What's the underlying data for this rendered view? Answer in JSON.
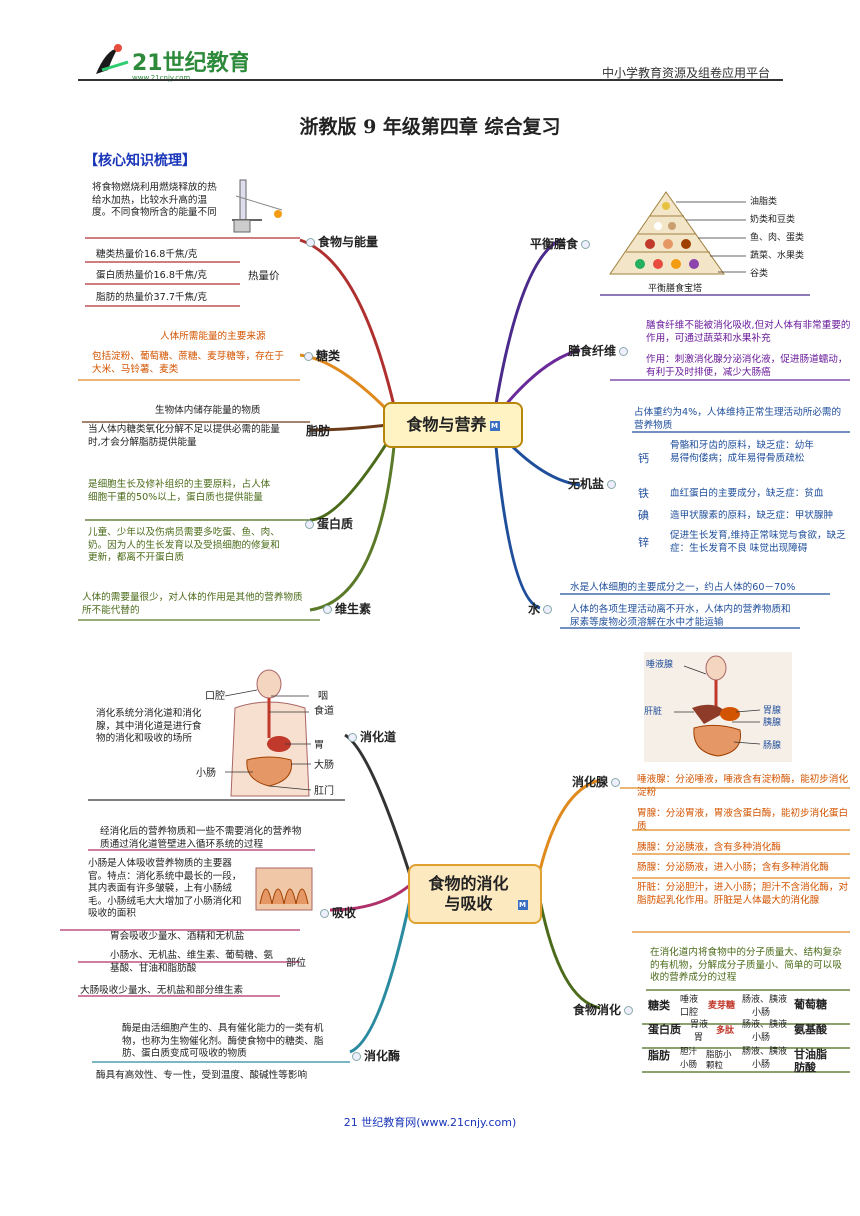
{
  "header": {
    "logo_text": "21世纪教育",
    "logo_url": "www.21cnjy.com",
    "platform": "中小学教育资源及组卷应用平台"
  },
  "title": "浙教版 9 年级第四章 综合复习",
  "section": "【核心知识梳理】",
  "map1": {
    "center": "食物与营养",
    "energy": {
      "label": "食物与能量",
      "desc": "将食物燃烧利用燃烧释放的热给水加热，比较水升高的温度。不同食物所含的能量不同",
      "sub": "热量价",
      "items": [
        "糖类热量价16.8千焦/克",
        "蛋白质热量价16.8千焦/克",
        "脂肪的热量价37.7千焦/克"
      ]
    },
    "sugar": {
      "label": "糖类",
      "l1": "人体所需能量的主要来源",
      "l2": "包括淀粉、葡萄糖、蔗糖、麦芽糖等，存在于大米、马铃薯、麦类"
    },
    "fat": {
      "label": "脂肪",
      "l1": "生物体内储存能量的物质",
      "l2": "当人体内糖类氧化分解不足以提供必需的能量时,才会分解脂肪提供能量"
    },
    "protein": {
      "label": "蛋白质",
      "l1": "是细胞生长及修补组织的主要原料，占人体细胞干重的50%以上，蛋白质也提供能量",
      "l2": "儿童、少年以及伤病员需要多吃蛋、鱼、肉、奶。因为人的生长发育以及受损细胞的修复和更新，都离不开蛋白质"
    },
    "vitamin": {
      "label": "维生素",
      "l1": "人体的需要量很少，对人体的作用是其他的营养物质所不能代替的"
    },
    "balance": {
      "label": "平衡膳食",
      "pyramid": [
        "油脂类",
        "奶类和豆类",
        "鱼、肉、蛋类",
        "蔬菜、水果类",
        "谷类"
      ],
      "caption": "平衡膳食宝塔"
    },
    "fiber": {
      "label": "膳食纤维",
      "l1": "膳食纤维不能被消化吸收,但对人体有非常重要的作用，可通过蔬菜和水果补充",
      "l2": "作用：刺激消化腺分泌消化液，促进肠道蠕动，有利于及时排便，减少大肠癌"
    },
    "mineral": {
      "label": "无机盐",
      "desc": "占体重约为4%，人体维持正常生理活动所必需的营养物质",
      "items": [
        {
          "k": "钙",
          "v": "骨骼和牙齿的原料，缺乏症：幼年易得佝偻病；成年易得骨质疏松"
        },
        {
          "k": "铁",
          "v": "血红蛋白的主要成分，缺乏症：贫血"
        },
        {
          "k": "碘",
          "v": "造甲状腺素的原料，缺乏症：甲状腺肿"
        },
        {
          "k": "锌",
          "v": "促进生长发育,维持正常味觉与食欲，缺乏症：生长发育不良 味觉出现障碍"
        }
      ]
    },
    "water": {
      "label": "水",
      "l1": "水是人体细胞的主要成分之一，约占人体的60－70%",
      "l2": "人体的各项生理活动离不开水，人体内的营养物质和尿素等废物必须溶解在水中才能运输"
    }
  },
  "map2": {
    "center": "食物的消化与吸收",
    "tract": {
      "label": "消化道",
      "desc": "消化系统分消化道和消化腺，其中消化道是进行食物的消化和吸收的场所",
      "parts": [
        "口腔",
        "咽",
        "食道",
        "胃",
        "大肠",
        "小肠",
        "肛门"
      ]
    },
    "absorb": {
      "label": "吸收",
      "desc": "经消化后的营养物质和一些不需要消化的营养物质通过消化道管壁进入循环系统的过程",
      "small": "小肠是人体吸收营养物质的主要器官。特点：消化系统中最长的一段，其内表面有许多皱襞，上有小肠绒毛。小肠绒毛大大增加了小肠消化和吸收的面积",
      "part_label": "部位",
      "parts": [
        "胃会吸收少量水、酒精和无机盐",
        "小肠水、无机盐、维生素、葡萄糖、氨基酸、甘油和脂肪酸",
        "大肠吸收少量水、无机盐和部分维生素"
      ]
    },
    "enzyme": {
      "label": "消化酶",
      "l1": "酶是由活细胞产生的、具有催化能力的一类有机物，也称为生物催化剂。酶使食物中的糖类、脂肪、蛋白质变成可吸收的物质",
      "l2": "酶具有高效性、专一性，受到温度、酸碱性等影响"
    },
    "gland": {
      "label": "消化腺",
      "fig": [
        "唾液腺",
        "肝脏",
        "胃腺",
        "胰腺",
        "肠腺"
      ],
      "items": [
        "唾液腺：分泌唾液，唾液含有淀粉酶，能初步消化淀粉",
        "胃腺：分泌胃液，胃液含蛋白酶，能初步消化蛋白质",
        "胰腺：分泌胰液，含有多种消化酶",
        "肠腺：分泌肠液，进入小肠；含有多种消化酶",
        "肝脏：分泌胆汁，进入小肠；胆汁不含消化酶，对脂肪起乳化作用。肝脏是人体最大的消化腺"
      ]
    },
    "digest": {
      "label": "食物消化",
      "desc": "在消化道内将食物中的分子质量大、结构复杂的有机物，分解成分子质量小、简单的可以吸收的营养成分的过程",
      "rows": [
        {
          "food": "糖类",
          "a": "唾液",
          "a2": "口腔",
          "mid": "麦芽糖",
          "b": "肠液、胰液",
          "b2": "小肠",
          "end": "葡萄糖"
        },
        {
          "food": "蛋白质",
          "a": "胃液",
          "a2": "胃",
          "mid": "多肽",
          "b": "肠液、胰液",
          "b2": "小肠",
          "end": "氨基酸"
        },
        {
          "food": "脂肪",
          "a": "胆汁",
          "a2": "小肠",
          "mid": "脂肪小颗粒",
          "b": "肠液、胰液",
          "b2": "小肠",
          "end": "甘油脂肪酸"
        }
      ]
    }
  },
  "footer": "21 世纪教育网(www.21cnjy.com)"
}
